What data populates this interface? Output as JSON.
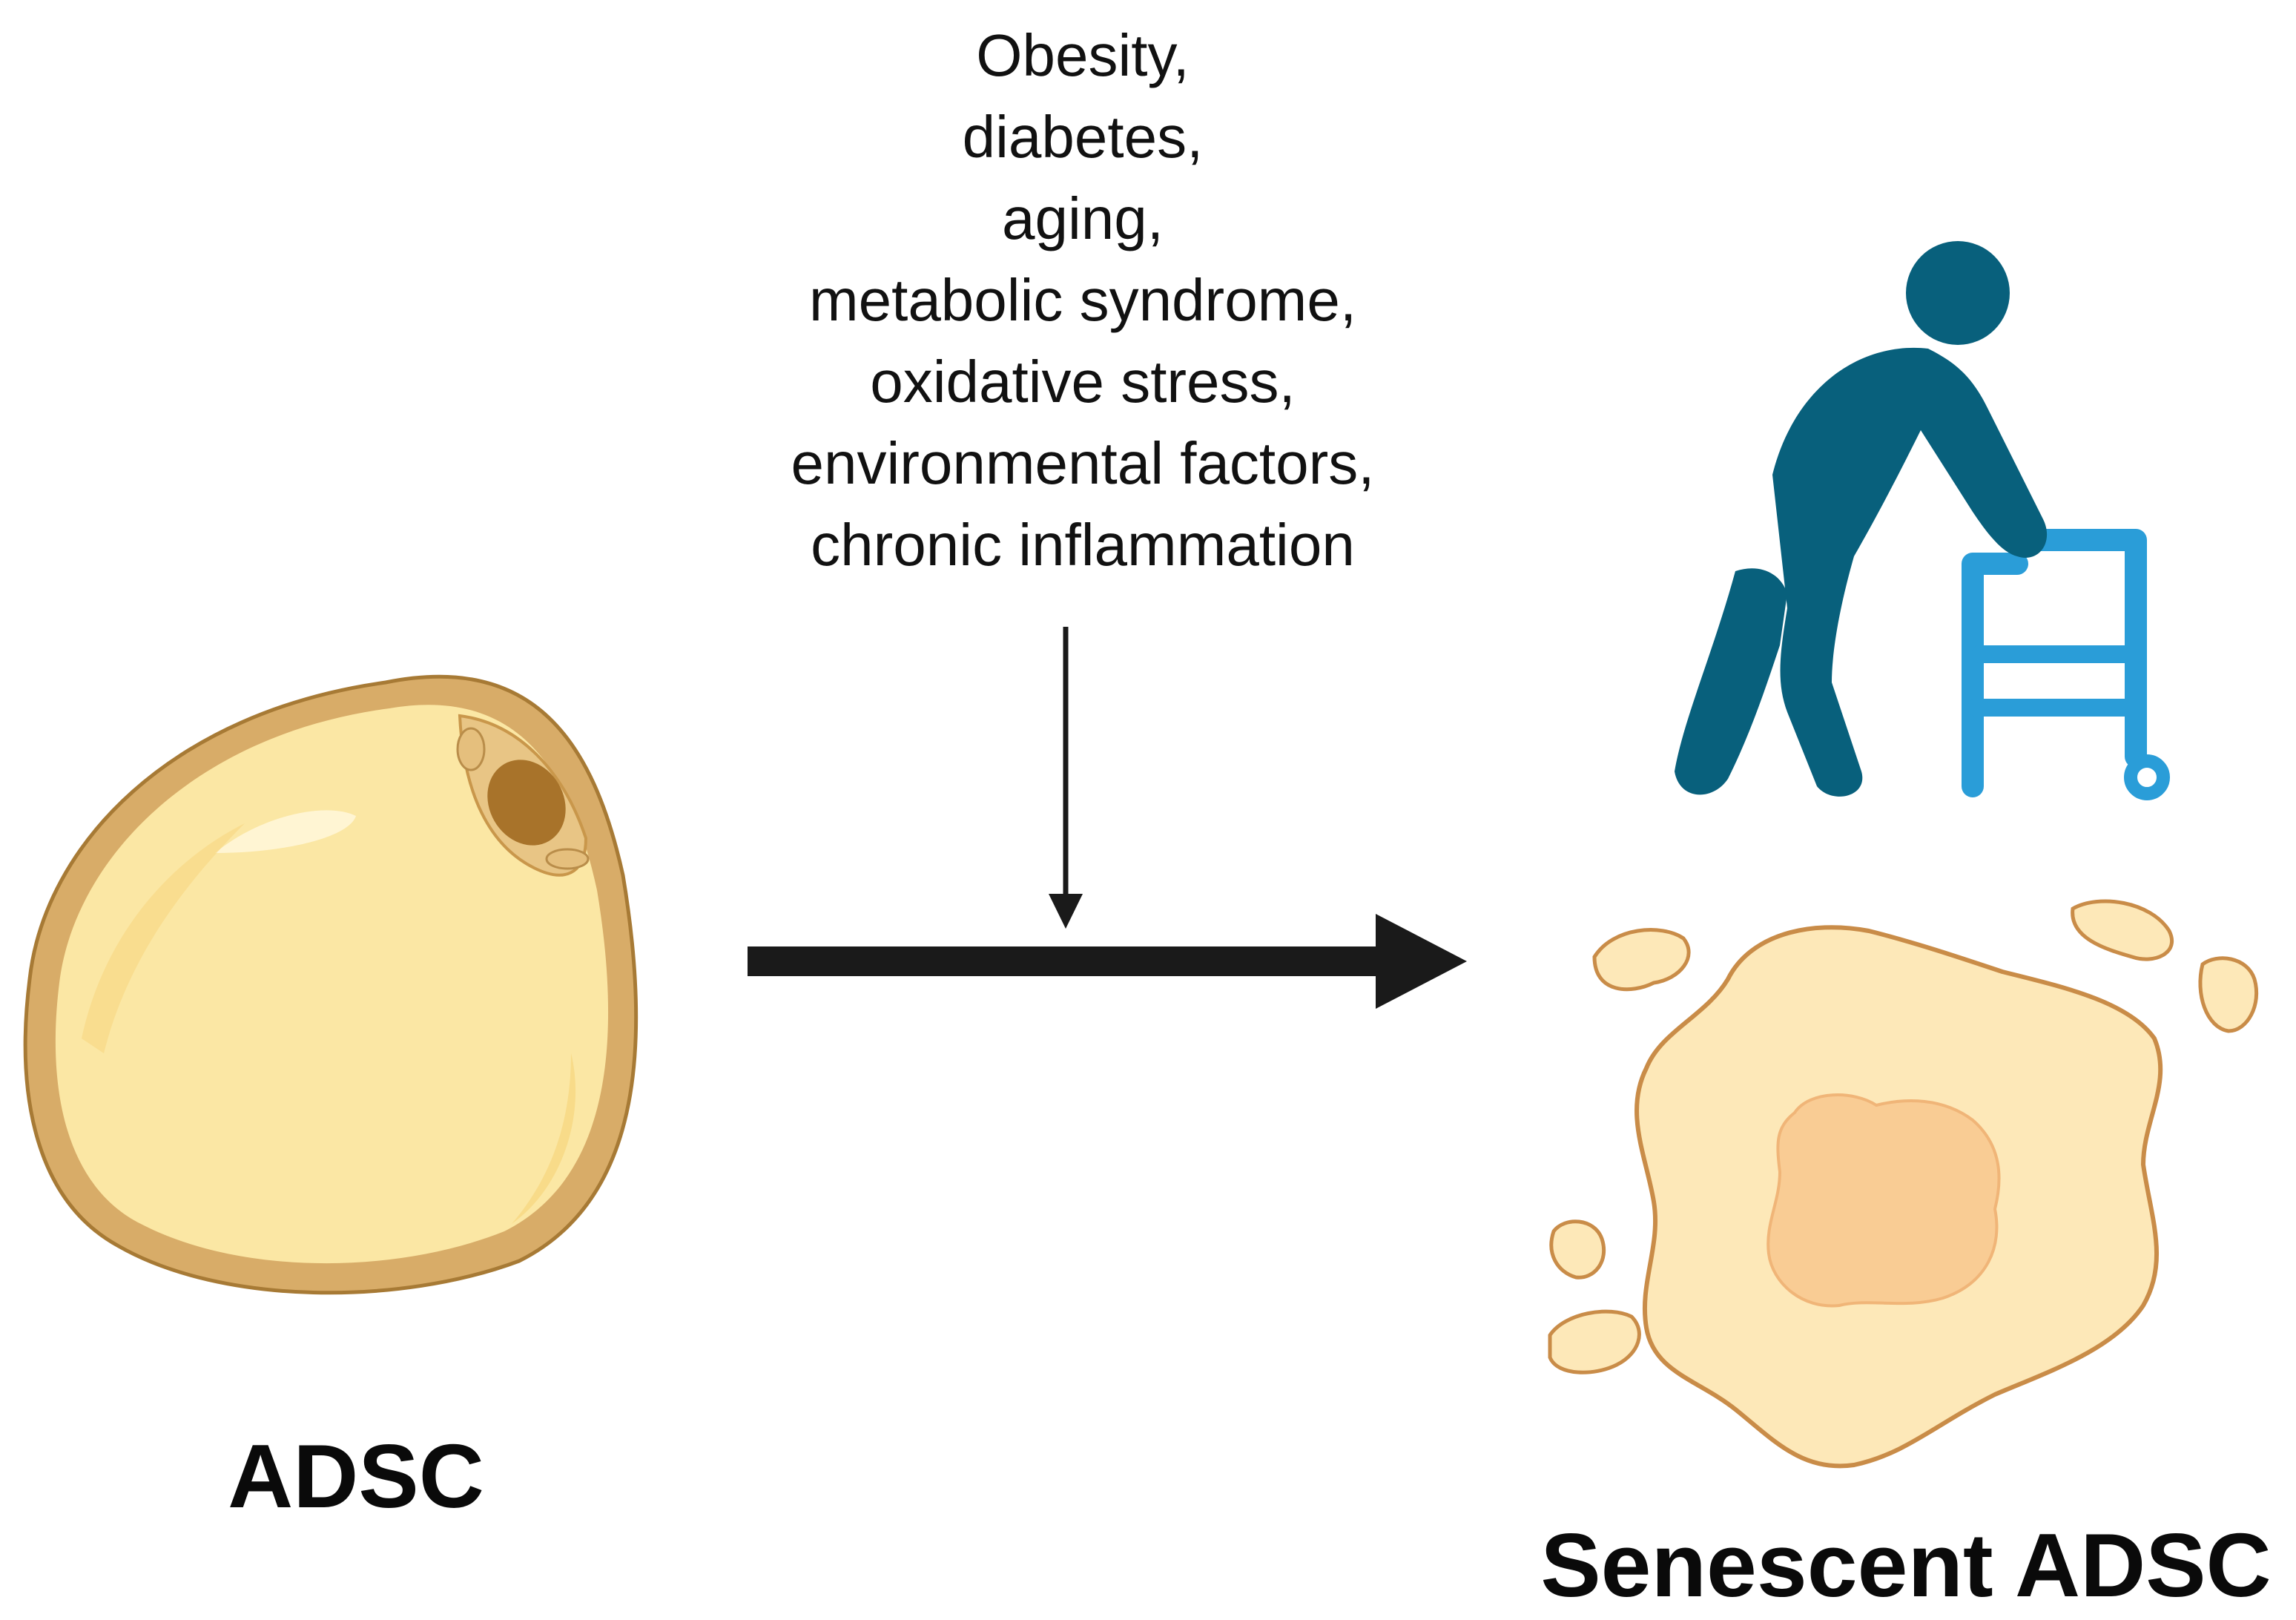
{
  "factors": [
    "Obesity,",
    "diabetes,",
    "aging,",
    "metabolic syndrome,",
    "oxidative stress,",
    "environmental factors,",
    "chronic inflammation"
  ],
  "labels": {
    "healthy": "ADSC",
    "senescent": "Senescent ADSC"
  },
  "colors": {
    "cell_fill": "#fbe8a6",
    "cell_outline": "#cf9c52",
    "nucleus": "#a8752a",
    "senescent_fill": "#fde8b8",
    "senescent_outline": "#c98c48",
    "senescent_nucleus": "#f9cc94",
    "person": "#08607c",
    "walker": "#2a9dd8",
    "arrow": "#1a1a1a"
  },
  "icons": [
    "healthy-cell-icon",
    "elderly-person-with-walker-icon",
    "senescent-cell-icon"
  ]
}
